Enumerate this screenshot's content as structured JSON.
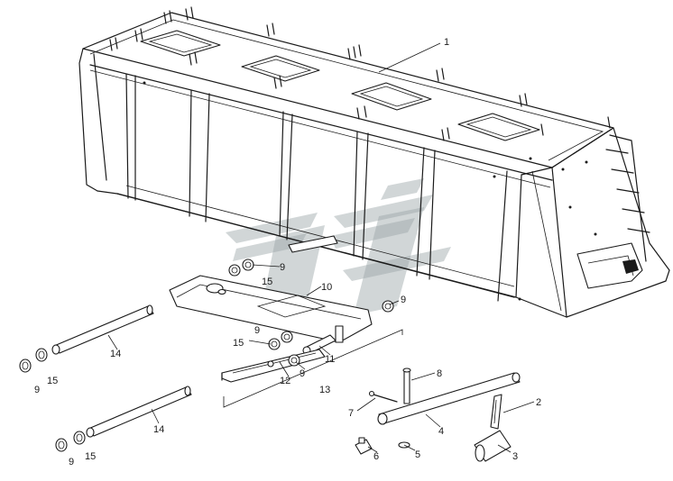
{
  "diagram": {
    "callouts": {
      "c1": "1",
      "c2": "2",
      "c3": "3",
      "c4": "4",
      "c5": "5",
      "c6": "6",
      "c7": "7",
      "c8": "8",
      "c9_a": "9",
      "c9_b": "9",
      "c9_c": "9",
      "c9_d": "9",
      "c9_e": "9",
      "c9_f": "9",
      "c10": "10",
      "c11": "11",
      "c12": "12",
      "c13": "13",
      "c14_a": "14",
      "c14_b": "14",
      "c15_a": "15",
      "c15_b": "15",
      "c15_c": "15",
      "c15_d": "15"
    },
    "colors": {
      "line": "#1a1a1a",
      "background": "#ffffff",
      "watermark": "#9aa3a6"
    }
  }
}
